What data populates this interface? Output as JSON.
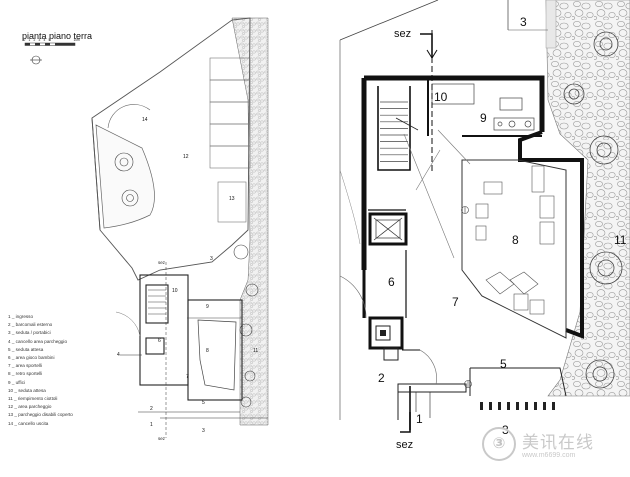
{
  "drawing": {
    "title": "pianta piano terra",
    "scale_ticks": [
      "0",
      "1",
      "2",
      "3",
      "4",
      "5",
      "10m"
    ],
    "section_label": "sez"
  },
  "legend": [
    "1 _ ingresso",
    "2 _ barcomali esterno",
    "3 _ seduta / portabici",
    "4 _ cancello area parcheggio",
    "5 _ seduta attesa",
    "6 _ area gioco bambini",
    "7 _ area sportelli",
    "8 _ retro sportelli",
    "9 _ uffici",
    "10 _ seduta attesa",
    "11 _ riempimento ciottoli",
    "12 _ area parcheggio",
    "13 _ parcheggio disabili coperto",
    "14 _ cancello uscita"
  ],
  "overview_labels": [
    "14",
    "12",
    "13",
    "3",
    "10",
    "6",
    "7",
    "9",
    "8",
    "11",
    "4",
    "5",
    "2",
    "1",
    "3"
  ],
  "detail_labels": [
    "3",
    "10",
    "9",
    "8",
    "11",
    "6",
    "7",
    "5",
    "2",
    "1",
    "3"
  ],
  "watermark": {
    "logo_glyph": "③",
    "name": "美讯在线",
    "url": "www.m6699.com"
  }
}
